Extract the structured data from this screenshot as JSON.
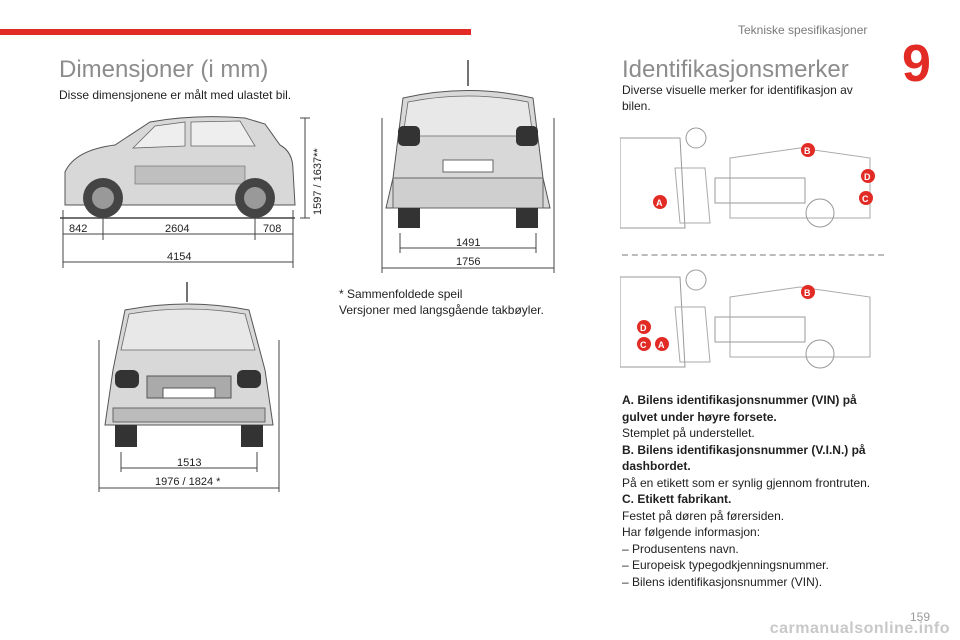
{
  "header": {
    "section": "Tekniske spesifikasjoner",
    "chapter": "9"
  },
  "left": {
    "title": "Dimensjoner (i mm)",
    "intro": "Disse dimensjonene er målt med ulastet bil.",
    "side_dims": {
      "front": "842",
      "wheelbase": "2604",
      "rear": "708",
      "total": "4154",
      "height": "1597 / 1637**"
    },
    "rear_dims": {
      "track": "1491",
      "width": "1756"
    },
    "front_dims": {
      "track": "1513",
      "width": "1976 / 1824 *"
    },
    "note_line1": "* Sammenfoldede speil",
    "note_line2": "Versjoner med langsgående takbøyler."
  },
  "right": {
    "title": "Identifikasjonsmerker",
    "intro": "Diverse visuelle merker for identifikasjon av bilen.",
    "markers": {
      "a": "A",
      "b": "B",
      "c": "C",
      "d": "D"
    },
    "items": [
      {
        "title": "A. Bilens identifikasjonsnummer (VIN) på gulvet under høyre forsete.",
        "text": "Stemplet på understellet."
      },
      {
        "title": "B. Bilens identifikasjonsnummer (V.I.N.) på dashbordet.",
        "text": "På en etikett som er synlig gjennom frontruten."
      },
      {
        "title": "C. Etikett fabrikant.",
        "text": "Festet på døren på førersiden."
      }
    ],
    "info_intro": "Har følgende informasjon:",
    "info_list": [
      "–  Produsentens navn.",
      "–  Europeisk typegodkjenningsnummer.",
      "–  Bilens identifikasjonsnummer (VIN)."
    ]
  },
  "page_number": "159",
  "footer": "carmanualsonline.info",
  "colors": {
    "accent": "#e22b25",
    "title_gray": "#8c8c8c"
  }
}
